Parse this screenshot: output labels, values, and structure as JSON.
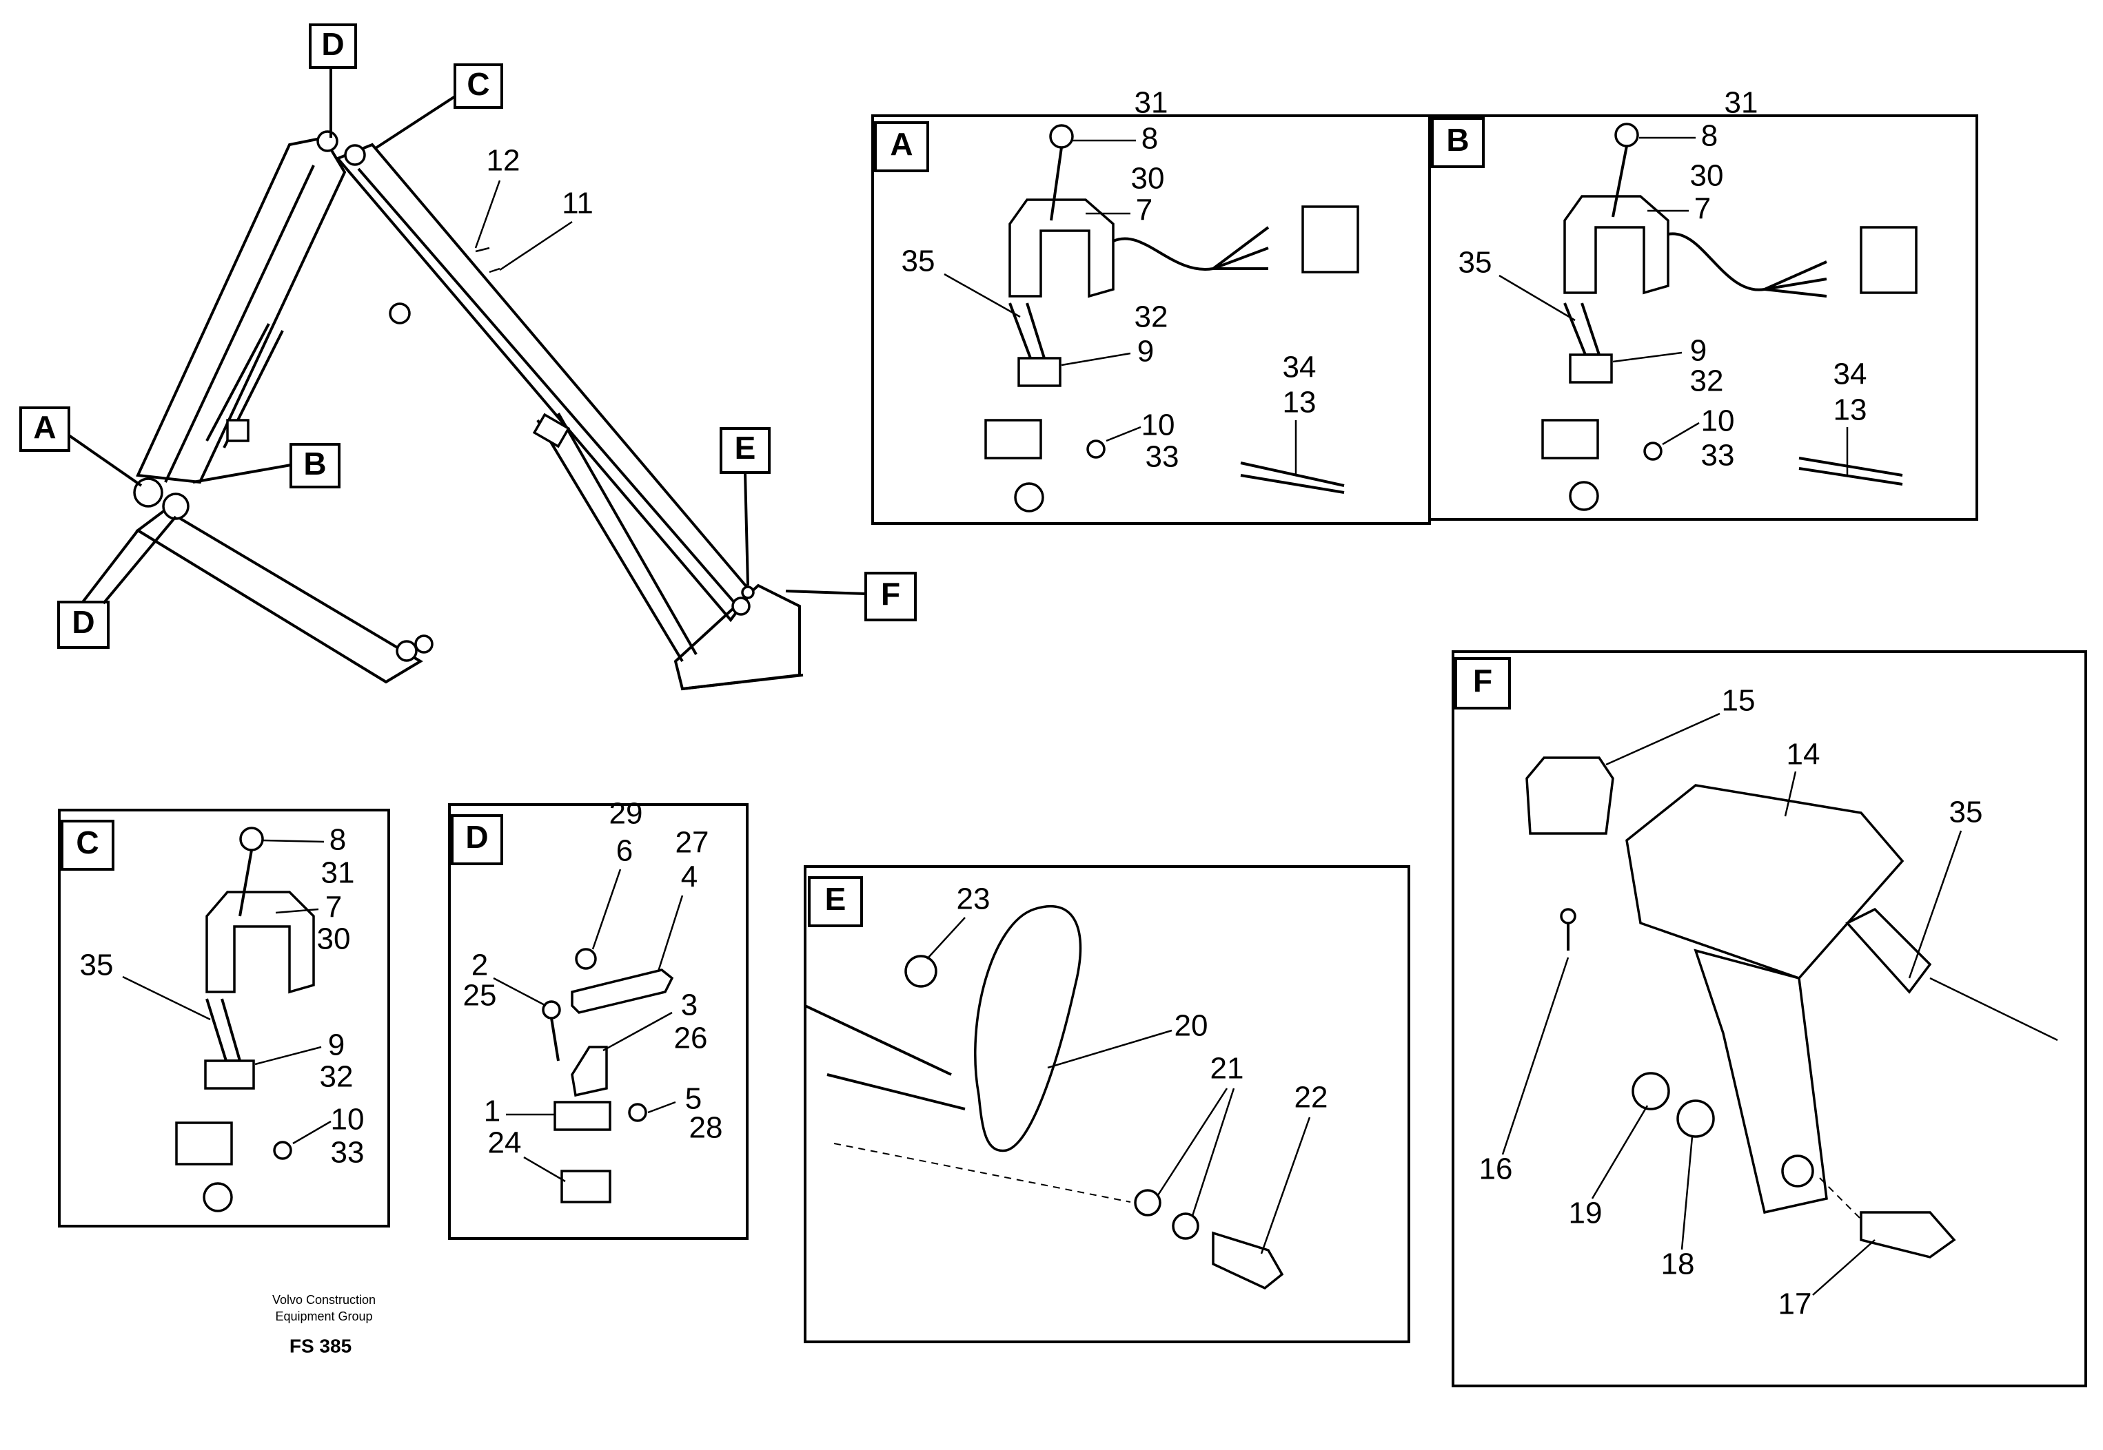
{
  "footer": {
    "company_line1": "Volvo Construction",
    "company_line2": "Equipment Group",
    "code": "FS 385"
  },
  "overview": {
    "callouts": [
      "D",
      "C",
      "A",
      "B",
      "D",
      "E",
      "F"
    ],
    "parts": [
      "12",
      "11"
    ]
  },
  "panels": {
    "A": {
      "letter": "A",
      "top": "31",
      "labels": [
        "8",
        "30",
        "7",
        "35",
        "32",
        "9",
        "34",
        "13",
        "10",
        "33"
      ]
    },
    "B": {
      "letter": "B",
      "top": "31",
      "labels": [
        "8",
        "30",
        "7",
        "35",
        "9",
        "32",
        "34",
        "13",
        "10",
        "33"
      ]
    },
    "C": {
      "letter": "C",
      "labels": [
        "8",
        "31",
        "7",
        "30",
        "35",
        "9",
        "32",
        "10",
        "33"
      ]
    },
    "D": {
      "letter": "D",
      "top": "29",
      "labels": [
        "6",
        "27",
        "4",
        "2",
        "25",
        "3",
        "26",
        "1",
        "5",
        "28",
        "24"
      ]
    },
    "E": {
      "letter": "E",
      "labels": [
        "23",
        "20",
        "21",
        "22"
      ]
    },
    "F": {
      "letter": "F",
      "labels": [
        "15",
        "14",
        "35",
        "16",
        "19",
        "18",
        "17"
      ]
    }
  }
}
